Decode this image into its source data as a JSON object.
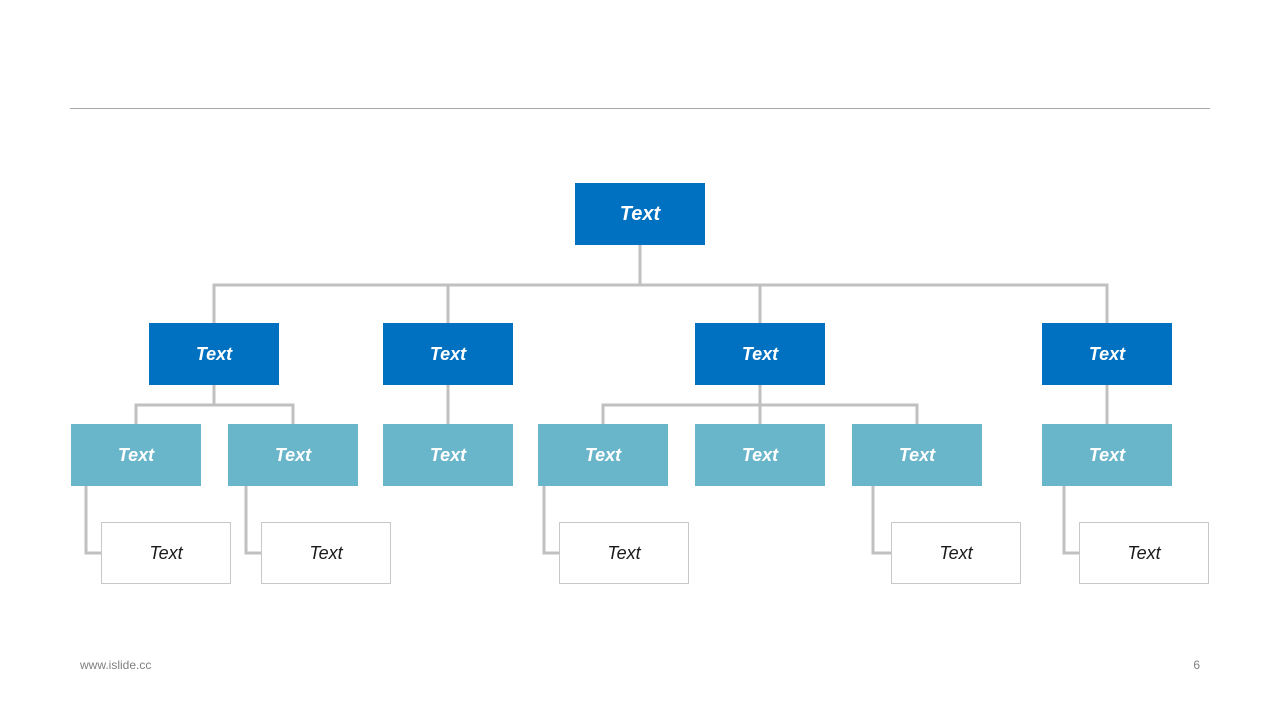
{
  "colors": {
    "primary": "#0070c0",
    "secondary": "#69b5c9",
    "connector": "#c0c0c0",
    "leaf_border": "#c8c8c8"
  },
  "org_chart": {
    "root": {
      "label": "Text"
    },
    "level1": [
      {
        "label": "Text"
      },
      {
        "label": "Text"
      },
      {
        "label": "Text"
      },
      {
        "label": "Text"
      }
    ],
    "level2": [
      {
        "label": "Text",
        "parent": 0
      },
      {
        "label": "Text",
        "parent": 0
      },
      {
        "label": "Text",
        "parent": 1
      },
      {
        "label": "Text",
        "parent": 2
      },
      {
        "label": "Text",
        "parent": 2
      },
      {
        "label": "Text",
        "parent": 2
      },
      {
        "label": "Text",
        "parent": 3
      }
    ],
    "level3": [
      {
        "label": "Text",
        "parent": 0
      },
      {
        "label": "Text",
        "parent": 1
      },
      {
        "label": "Text",
        "parent": 3
      },
      {
        "label": "Text",
        "parent": 5
      },
      {
        "label": "Text",
        "parent": 6
      }
    ]
  },
  "footer": {
    "url": "www.islide.cc",
    "page_number": "6"
  }
}
